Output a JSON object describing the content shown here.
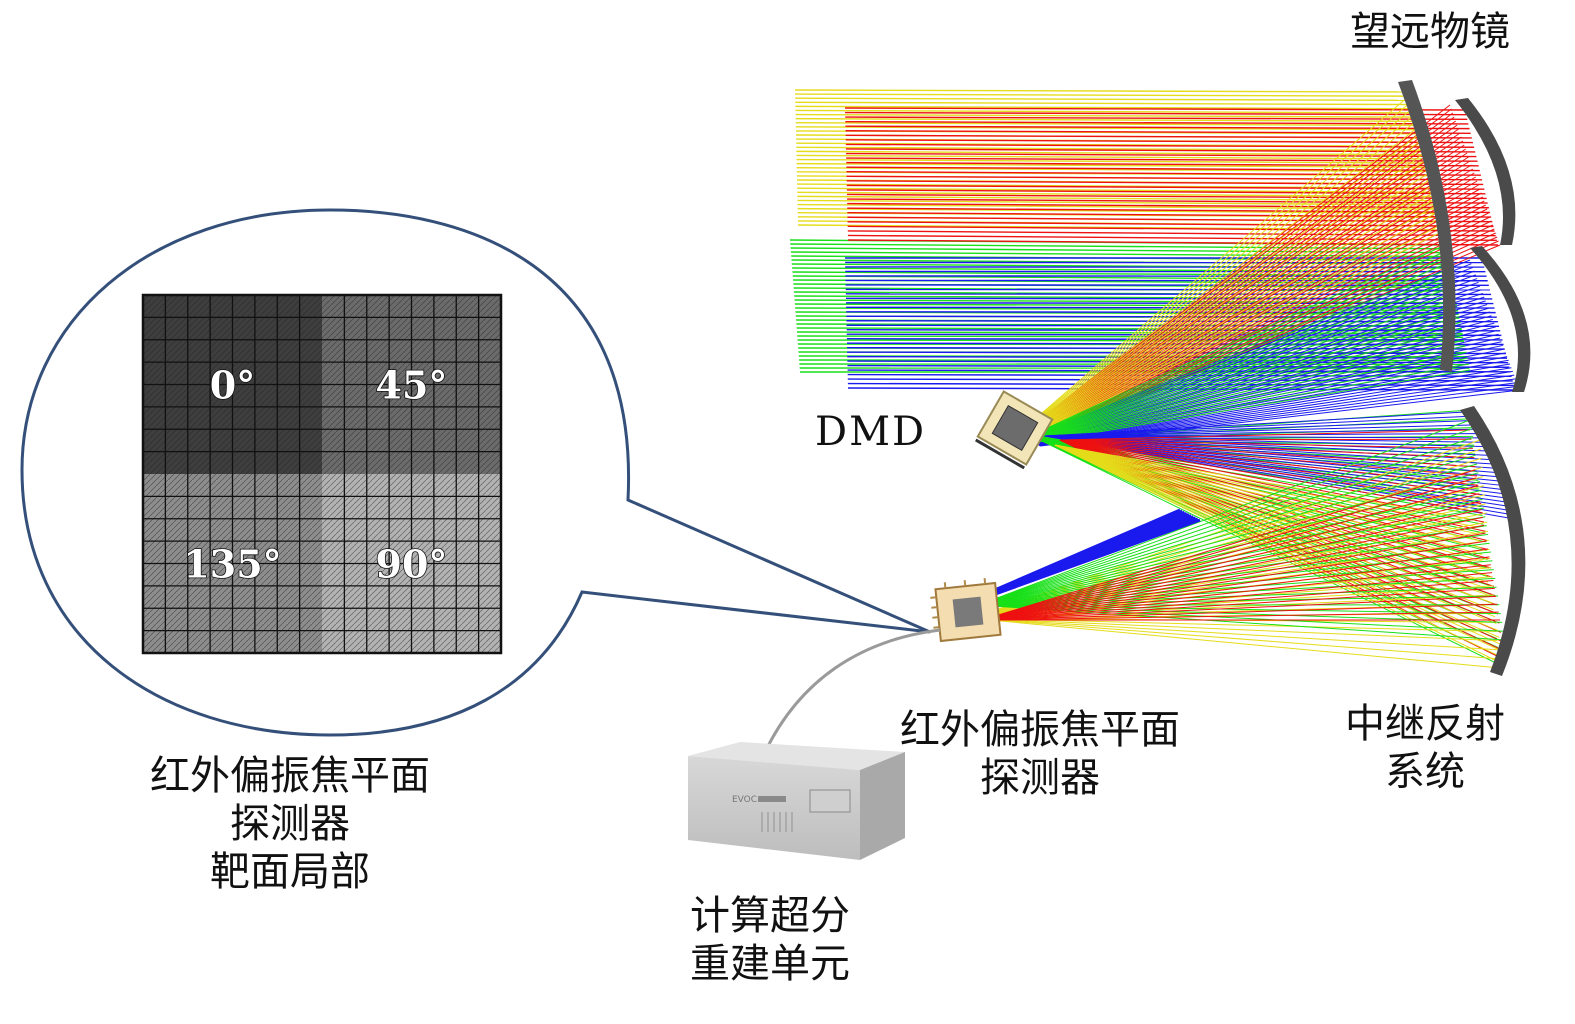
{
  "labels": {
    "telescope": "望远物镜",
    "dmd": "DMD",
    "detector_line1": "红外偏振焦平面",
    "detector_line2": "探测器",
    "relay_line1": "中继反射",
    "relay_line2": "系统",
    "compute_line1": "计算超分",
    "compute_line2": "重建单元",
    "inset_line1": "红外偏振焦平面",
    "inset_line2": "探测器",
    "inset_line3": "靶面局部"
  },
  "polarization_tiles": [
    {
      "label": "0°",
      "shade": "#3e3e3e"
    },
    {
      "label": "45°",
      "shade": "#6b6b6b"
    },
    {
      "label": "135°",
      "shade": "#8d8d8d"
    },
    {
      "label": "90°",
      "shade": "#b2b2b2"
    }
  ],
  "computer_brand": "EVOC",
  "ray_colors": {
    "yellow": "#e5dc1a",
    "red": "#ee1111",
    "green": "#18e018",
    "blue": "#1a1aee"
  }
}
